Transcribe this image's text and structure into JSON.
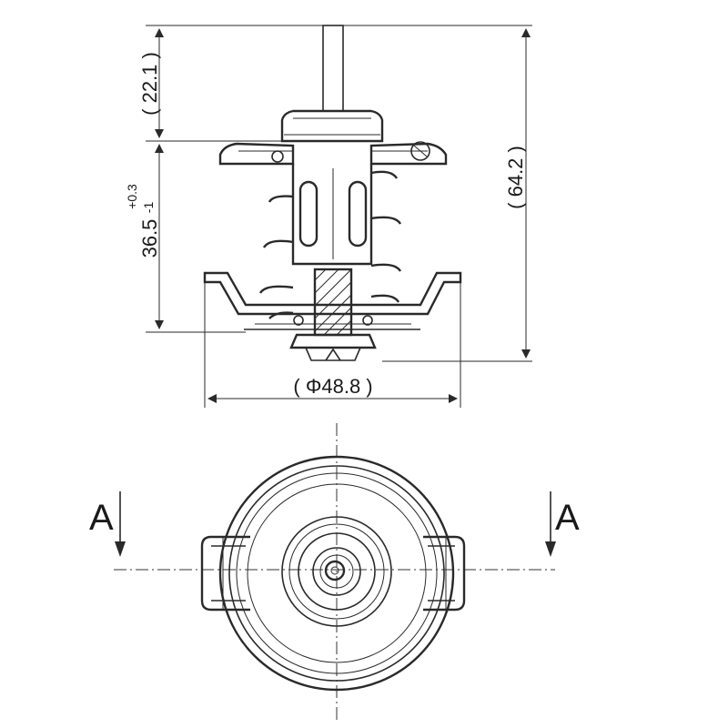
{
  "dimensions": {
    "top_rod": "( 22.1 )",
    "body_height": "36.5",
    "tol_upper": "+0.3",
    "tol_lower": "-1",
    "total_height": "( 64.2 )",
    "flange_diameter": "( Φ48.8 )"
  },
  "section_marker": {
    "left": "A",
    "right": "A"
  }
}
